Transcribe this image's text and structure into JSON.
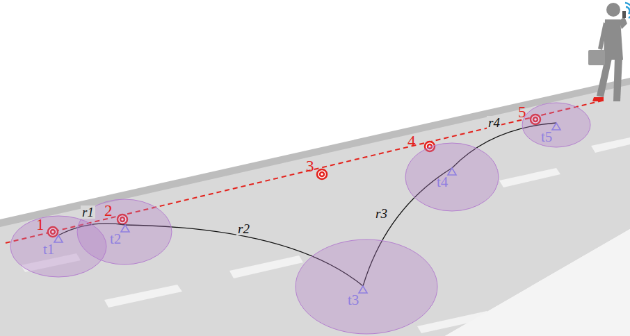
{
  "diagram": {
    "nodes": [
      {
        "text": [
          "t1"
        ]
      },
      {
        "text": [
          "t2"
        ]
      },
      {
        "text": [
          "t3"
        ]
      },
      {
        "text": [
          "t4"
        ]
      },
      {
        "text": [
          "t5"
        ]
      }
    ],
    "edges": [
      {
        "from": 0,
        "to": 1,
        "label": "r1",
        "arrow": "none"
      },
      {
        "from": 1,
        "to": 2,
        "label": "r2",
        "arrow": "none"
      },
      {
        "from": 2,
        "to": 3,
        "label": "r3",
        "arrow": "none"
      },
      {
        "from": 3,
        "to": 4,
        "label": "r4",
        "arrow": "none"
      }
    ],
    "labels": [
      "1",
      "2",
      "3",
      "4",
      "5"
    ]
  }
}
